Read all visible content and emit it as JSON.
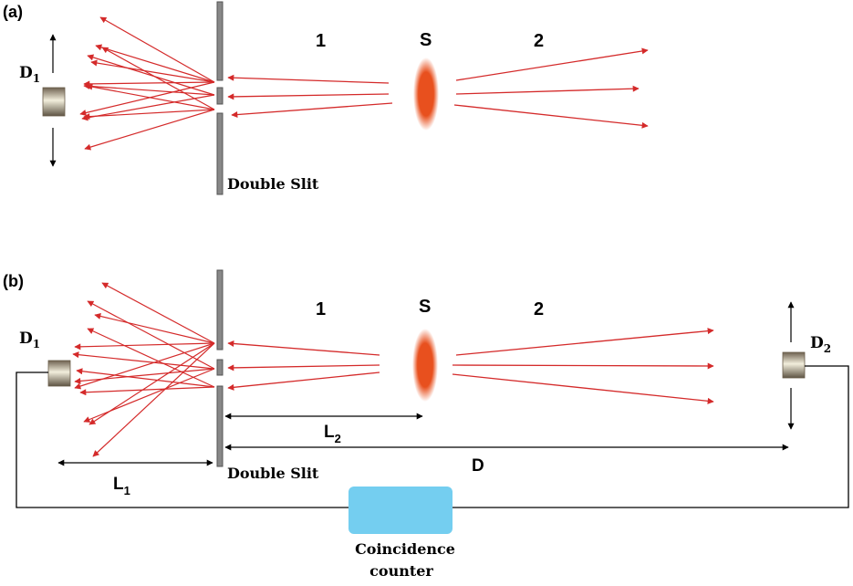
{
  "panel_a": {
    "label": "(a)",
    "detector": "D",
    "detector_sub": "1",
    "slit_label": "Double Slit",
    "region_left": "1",
    "source": "S",
    "region_right": "2"
  },
  "panel_b": {
    "label": "(b)",
    "detector1": "D",
    "detector1_sub": "1",
    "detector2": "D",
    "detector2_sub": "2",
    "slit_label": "Double Slit",
    "region_left": "1",
    "source": "S",
    "region_right": "2",
    "l1": "L",
    "l1_sub": "1",
    "l2": "L",
    "l2_sub": "2",
    "d": "D",
    "counter_line1": "Coincidence",
    "counter_line2": "counter"
  },
  "colors": {
    "ray": "#d42a2a",
    "source": "#e8501e",
    "counter_box": "#74cef0",
    "slit": "#888888"
  }
}
